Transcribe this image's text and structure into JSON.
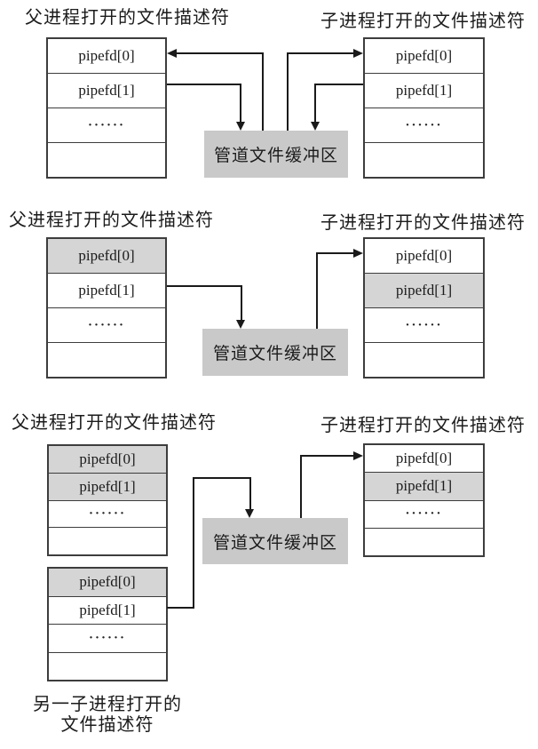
{
  "colors": {
    "cell-shade": "#d5d5d5",
    "buffer-fill": "#c9c9c9",
    "line": "#1a1a1a",
    "border": "#3d3d3d"
  },
  "diagrams": [
    {
      "parent_title": "父进程打开的文件描述符",
      "child_title": "子进程打开的文件描述符",
      "buffer_label": "管道文件缓冲区",
      "parent_table": {
        "rows": [
          {
            "label": "pipefd[0]",
            "shaded": false
          },
          {
            "label": "pipefd[1]",
            "shaded": false
          },
          {
            "label": "······",
            "shaded": false
          },
          {
            "label": "",
            "shaded": false
          }
        ]
      },
      "child_table": {
        "rows": [
          {
            "label": "pipefd[0]",
            "shaded": false
          },
          {
            "label": "pipefd[1]",
            "shaded": false
          },
          {
            "label": "······",
            "shaded": false
          },
          {
            "label": "",
            "shaded": false
          }
        ]
      }
    },
    {
      "parent_title": "父进程打开的文件描述符",
      "child_title": "子进程打开的文件描述符",
      "buffer_label": "管道文件缓冲区",
      "parent_table": {
        "rows": [
          {
            "label": "pipefd[0]",
            "shaded": true
          },
          {
            "label": "pipefd[1]",
            "shaded": false
          },
          {
            "label": "······",
            "shaded": false
          },
          {
            "label": "",
            "shaded": false
          }
        ]
      },
      "child_table": {
        "rows": [
          {
            "label": "pipefd[0]",
            "shaded": false
          },
          {
            "label": "pipefd[1]",
            "shaded": true
          },
          {
            "label": "······",
            "shaded": false
          },
          {
            "label": "",
            "shaded": false
          }
        ]
      }
    },
    {
      "parent_title": "父进程打开的文件描述符",
      "child_title": "子进程打开的文件描述符",
      "buffer_label": "管道文件缓冲区",
      "parent_table": {
        "rows": [
          {
            "label": "pipefd[0]",
            "shaded": true
          },
          {
            "label": "pipefd[1]",
            "shaded": true
          },
          {
            "label": "······",
            "shaded": false
          },
          {
            "label": "",
            "shaded": false
          }
        ]
      },
      "other_child_table": {
        "rows": [
          {
            "label": "pipefd[0]",
            "shaded": true
          },
          {
            "label": "pipefd[1]",
            "shaded": false
          },
          {
            "label": "······",
            "shaded": false
          },
          {
            "label": "",
            "shaded": false
          }
        ]
      },
      "other_child_caption": [
        "另一子进程打开的",
        "文件描述符"
      ],
      "child_table": {
        "rows": [
          {
            "label": "pipefd[0]",
            "shaded": false
          },
          {
            "label": "pipefd[1]",
            "shaded": true
          },
          {
            "label": "······",
            "shaded": false
          },
          {
            "label": "",
            "shaded": false
          }
        ]
      }
    }
  ]
}
